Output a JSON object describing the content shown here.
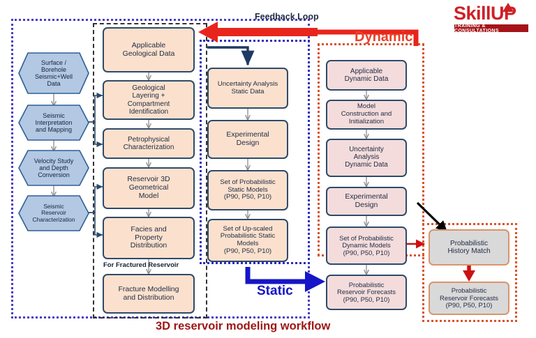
{
  "caption": "3D reservoir modeling workflow",
  "logo": {
    "wordmark": "SkillUP",
    "tagline": "TRAINING & CONSULTATIONS"
  },
  "labels": {
    "feedback_loop": "Feedback Loop",
    "dynamic": "Dynamic",
    "static": "Static",
    "for_fractured_reservoir": "For Fractured Reservoir"
  },
  "colors": {
    "purple_frame": "#4b3fbf",
    "blue_frame": "#2c2cc0",
    "orange_frame": "#d9532c",
    "hex_fill": "#b3c8e3",
    "peach_fill": "#fbe1cd",
    "pink_fill": "#f3dcdb",
    "gray_fill": "#d9d9d9",
    "node_border": "#2e4a6b",
    "gray_border": "#d9956a",
    "feedback_arrow": "#e8251c",
    "static_arrow": "#1616c8",
    "dynamic_text": "#e8422a",
    "caption_text": "#9e1515",
    "logo_red": "#cf2026"
  },
  "seismic_column": {
    "nodes": [
      {
        "label": "Surface /\nBorehole\nSeismic+Well\nData"
      },
      {
        "label": "Seismic\nInterpretation\nand Mapping"
      },
      {
        "label": "Velocity Study\nand Depth\nConversion"
      },
      {
        "label": "Seismic\nReservoir\nCharacterization"
      }
    ]
  },
  "geological_column": {
    "nodes": [
      {
        "label": "Applicable\nGeological  Data"
      },
      {
        "label": "Geological\nLayering +\nCompartment\nIdentification"
      },
      {
        "label": "Petrophysical\nCharacterization"
      },
      {
        "label": "Reservoir 3D\nGeometrical\nModel"
      },
      {
        "label": "Facies and\nProperty\nDistribution"
      },
      {
        "label": "Fracture Modelling\nand Distribution"
      }
    ]
  },
  "static_column": {
    "nodes": [
      {
        "label": "Uncertainty Analysis\nStatic Data"
      },
      {
        "label": "Experimental\nDesign"
      },
      {
        "label": "Set of Probabilistic\nStatic Models\n(P90, P50, P10)"
      },
      {
        "label": "Set of Up-scaled\nProbabilistic Static\nModels\n(P90, P50, P10)"
      }
    ]
  },
  "dynamic_column": {
    "nodes": [
      {
        "label": "Applicable\nDynamic Data"
      },
      {
        "label": "Model\nConstruction and\nInitialization"
      },
      {
        "label": "Uncertainty\nAnalysis\nDynamic Data"
      },
      {
        "label": "Experimental\nDesign"
      },
      {
        "label": "Set of Probabilistic\nDynamic  Models\n(P90, P50, P10)"
      },
      {
        "label": "Probabilistic\nReservoir Forecasts\n(P90, P50, P10)"
      }
    ]
  },
  "history_match_column": {
    "nodes": [
      {
        "label": "Probabilistic\nHistory Match"
      },
      {
        "label": "Probabilistic\nReservoir Forecasts\n(P90, P50, P10)"
      }
    ]
  }
}
